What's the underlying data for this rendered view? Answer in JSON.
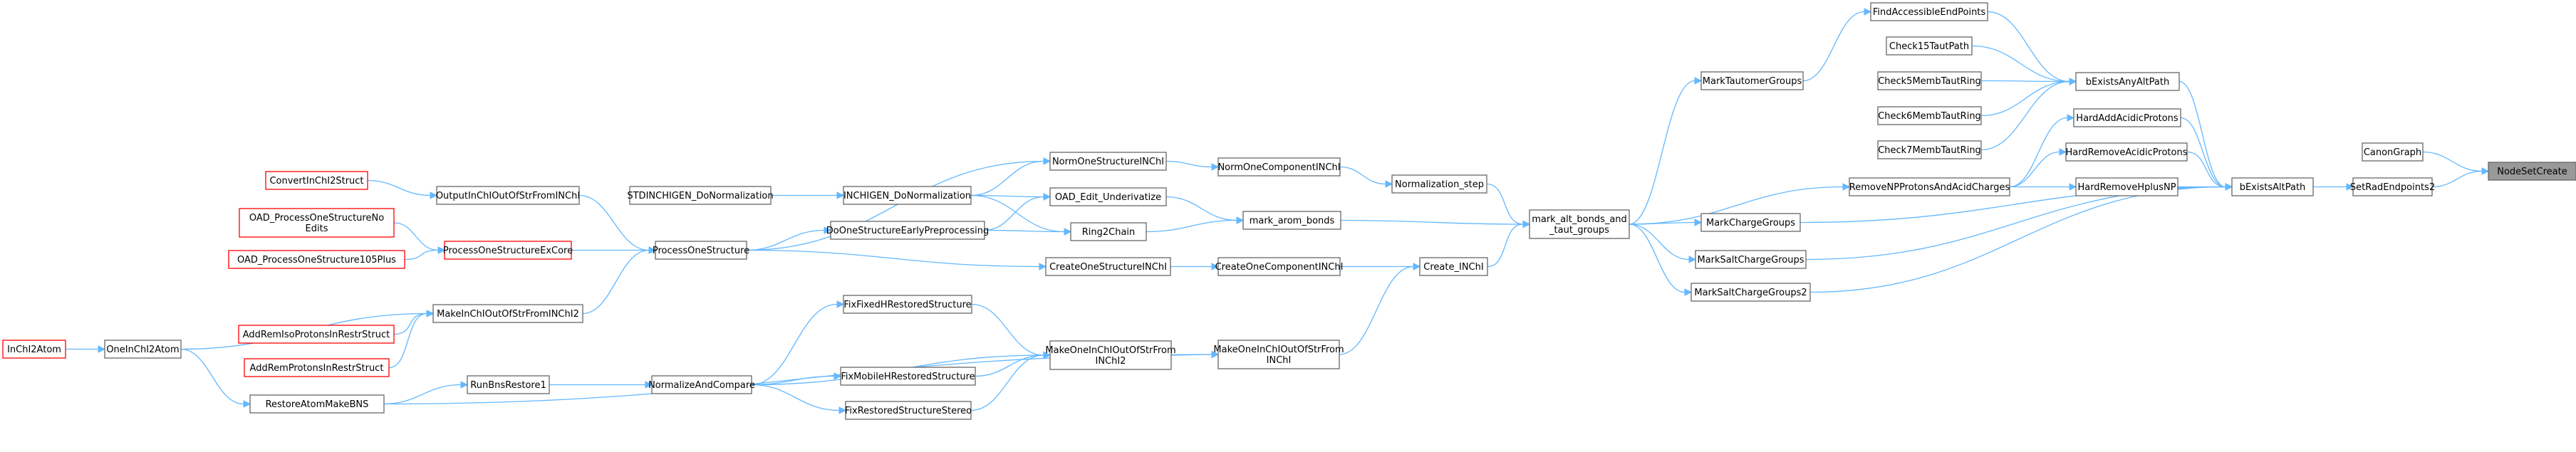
{
  "graph": {
    "colors": {
      "edge": "#63b8ff",
      "node_border": "#666666",
      "leaf_border": "#ff0000",
      "selected_fill": "#999999"
    },
    "nodes": [
      {
        "id": "NodeSetCreate",
        "lines": [
          "NodeSetCreate"
        ],
        "kind": "selected"
      },
      {
        "id": "CanonGraph",
        "lines": [
          "CanonGraph"
        ],
        "kind": "normal"
      },
      {
        "id": "SetRadEndpoints2",
        "lines": [
          "SetRadEndpoints2"
        ],
        "kind": "normal"
      },
      {
        "id": "bExistsAltPath",
        "lines": [
          "bExistsAltPath"
        ],
        "kind": "normal"
      },
      {
        "id": "HardAddAcidicProtons",
        "lines": [
          "HardAddAcidicProtons"
        ],
        "kind": "normal"
      },
      {
        "id": "HardRemoveAcidicProtons",
        "lines": [
          "HardRemoveAcidicProtons"
        ],
        "kind": "normal"
      },
      {
        "id": "HardRemoveHplusNP",
        "lines": [
          "HardRemoveHplusNP"
        ],
        "kind": "normal"
      },
      {
        "id": "bExistsAnyAltPath",
        "lines": [
          "bExistsAnyAltPath"
        ],
        "kind": "normal"
      },
      {
        "id": "FindAccessibleEndPoints",
        "lines": [
          "FindAccessibleEndPoints"
        ],
        "kind": "normal"
      },
      {
        "id": "Check15TautPath",
        "lines": [
          "Check15TautPath"
        ],
        "kind": "normal"
      },
      {
        "id": "Check5MembTautRing",
        "lines": [
          "Check5MembTautRing"
        ],
        "kind": "normal"
      },
      {
        "id": "Check6MembTautRing",
        "lines": [
          "Check6MembTautRing"
        ],
        "kind": "normal"
      },
      {
        "id": "Check7MembTautRing",
        "lines": [
          "Check7MembTautRing"
        ],
        "kind": "normal"
      },
      {
        "id": "RemoveNPProtonsAndAcidCharges",
        "lines": [
          "RemoveNPProtonsAndAcidCharges"
        ],
        "kind": "normal"
      },
      {
        "id": "MarkTautomerGroups",
        "lines": [
          "MarkTautomerGroups"
        ],
        "kind": "normal"
      },
      {
        "id": "MarkChargeGroups",
        "lines": [
          "MarkChargeGroups"
        ],
        "kind": "normal"
      },
      {
        "id": "MarkSaltChargeGroups",
        "lines": [
          "MarkSaltChargeGroups"
        ],
        "kind": "normal"
      },
      {
        "id": "MarkSaltChargeGroups2",
        "lines": [
          "MarkSaltChargeGroups2"
        ],
        "kind": "normal"
      },
      {
        "id": "mark_alt_bonds_and_taut_groups",
        "lines": [
          "mark_alt_bonds_and",
          "_taut_groups"
        ],
        "kind": "normal"
      },
      {
        "id": "Normalization_step",
        "lines": [
          "Normalization_step"
        ],
        "kind": "normal"
      },
      {
        "id": "mark_arom_bonds",
        "lines": [
          "mark_arom_bonds"
        ],
        "kind": "normal"
      },
      {
        "id": "Create_INChI",
        "lines": [
          "Create_INChI"
        ],
        "kind": "normal"
      },
      {
        "id": "NormOneComponentINChI",
        "lines": [
          "NormOneComponentINChI"
        ],
        "kind": "normal"
      },
      {
        "id": "CreateOneComponentINChI",
        "lines": [
          "CreateOneComponentINChI"
        ],
        "kind": "normal"
      },
      {
        "id": "MakeOneInChIOutOfStrFromINChI",
        "lines": [
          "MakeOneInChIOutOfStrFrom",
          "INChI"
        ],
        "kind": "normal"
      },
      {
        "id": "NormOneStructureINChI",
        "lines": [
          "NormOneStructureINChI"
        ],
        "kind": "normal"
      },
      {
        "id": "OAD_Edit_Underivatize",
        "lines": [
          "OAD_Edit_Underivatize"
        ],
        "kind": "normal"
      },
      {
        "id": "Ring2Chain",
        "lines": [
          "Ring2Chain"
        ],
        "kind": "normal"
      },
      {
        "id": "CreateOneStructureINChI",
        "lines": [
          "CreateOneStructureINChI"
        ],
        "kind": "normal"
      },
      {
        "id": "MakeOneInChIOutOfStrFromINChI2",
        "lines": [
          "MakeOneInChIOutOfStrFrom",
          "INChI2"
        ],
        "kind": "normal"
      },
      {
        "id": "INCHIGEN_DoNormalization",
        "lines": [
          "INCHIGEN_DoNormalization"
        ],
        "kind": "normal"
      },
      {
        "id": "DoOneStructureEarlyPreprocessing",
        "lines": [
          "DoOneStructureEarlyPreprocessing"
        ],
        "kind": "normal"
      },
      {
        "id": "FixFixedHRestoredStructure",
        "lines": [
          "FixFixedHRestoredStructure"
        ],
        "kind": "normal"
      },
      {
        "id": "FixMobileHRestoredStructure",
        "lines": [
          "FixMobileHRestoredStructure"
        ],
        "kind": "normal"
      },
      {
        "id": "FixRestoredStructureStereo",
        "lines": [
          "FixRestoredStructureStereo"
        ],
        "kind": "normal"
      },
      {
        "id": "STDINCHIGEN_DoNormalization",
        "lines": [
          "STDINCHIGEN_DoNormalization"
        ],
        "kind": "normal"
      },
      {
        "id": "ProcessOneStructure",
        "lines": [
          "ProcessOneStructure"
        ],
        "kind": "normal"
      },
      {
        "id": "NormalizeAndCompare",
        "lines": [
          "NormalizeAndCompare"
        ],
        "kind": "normal"
      },
      {
        "id": "OutputInChIOutOfStrFromINChI",
        "lines": [
          "OutputInChIOutOfStrFromINChI"
        ],
        "kind": "normal"
      },
      {
        "id": "ProcessOneStructureExCore",
        "lines": [
          "ProcessOneStructureExCore"
        ],
        "kind": "red"
      },
      {
        "id": "MakeInChIOutOfStrFromINChI2",
        "lines": [
          "MakeInChIOutOfStrFromINChI2"
        ],
        "kind": "normal"
      },
      {
        "id": "RunBnsRestore1",
        "lines": [
          "RunBnsRestore1"
        ],
        "kind": "normal"
      },
      {
        "id": "ConvertInChI2Struct",
        "lines": [
          "ConvertInChI2Struct"
        ],
        "kind": "red"
      },
      {
        "id": "OAD_ProcessOneStructureNoEdits",
        "lines": [
          "OAD_ProcessOneStructureNo",
          "Edits"
        ],
        "kind": "red"
      },
      {
        "id": "OAD_ProcessOneStructure105Plus",
        "lines": [
          "OAD_ProcessOneStructure105Plus"
        ],
        "kind": "red"
      },
      {
        "id": "AddRemIsoProtonsInRestrStruct",
        "lines": [
          "AddRemIsoProtonsInRestrStruct"
        ],
        "kind": "red"
      },
      {
        "id": "AddRemProtonsInRestrStruct",
        "lines": [
          "AddRemProtonsInRestrStruct"
        ],
        "kind": "red"
      },
      {
        "id": "RestoreAtomMakeBNS",
        "lines": [
          "RestoreAtomMakeBNS"
        ],
        "kind": "normal"
      },
      {
        "id": "OneInChI2Atom",
        "lines": [
          "OneInChI2Atom"
        ],
        "kind": "normal"
      },
      {
        "id": "InChI2Atom",
        "lines": [
          "InChI2Atom"
        ],
        "kind": "red"
      }
    ]
  }
}
